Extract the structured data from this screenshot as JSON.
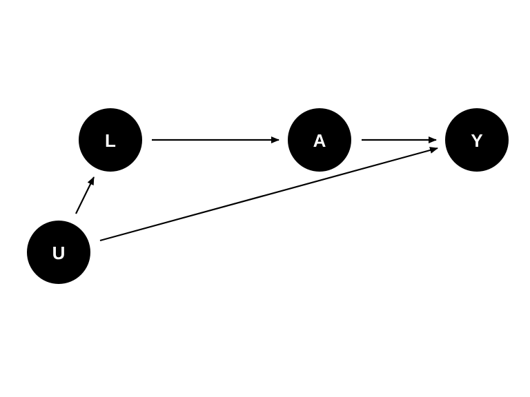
{
  "diagram": {
    "type": "causal-dag",
    "nodes": [
      {
        "id": "L",
        "label": "L"
      },
      {
        "id": "A",
        "label": "A"
      },
      {
        "id": "Y",
        "label": "Y"
      },
      {
        "id": "U",
        "label": "U"
      }
    ],
    "edges": [
      {
        "from": "L",
        "to": "A"
      },
      {
        "from": "A",
        "to": "Y"
      },
      {
        "from": "U",
        "to": "L"
      },
      {
        "from": "U",
        "to": "Y"
      }
    ],
    "colors": {
      "background": "#ffffff",
      "node_fill": "#000000",
      "node_text": "#ffffff",
      "edge": "#000000"
    }
  }
}
